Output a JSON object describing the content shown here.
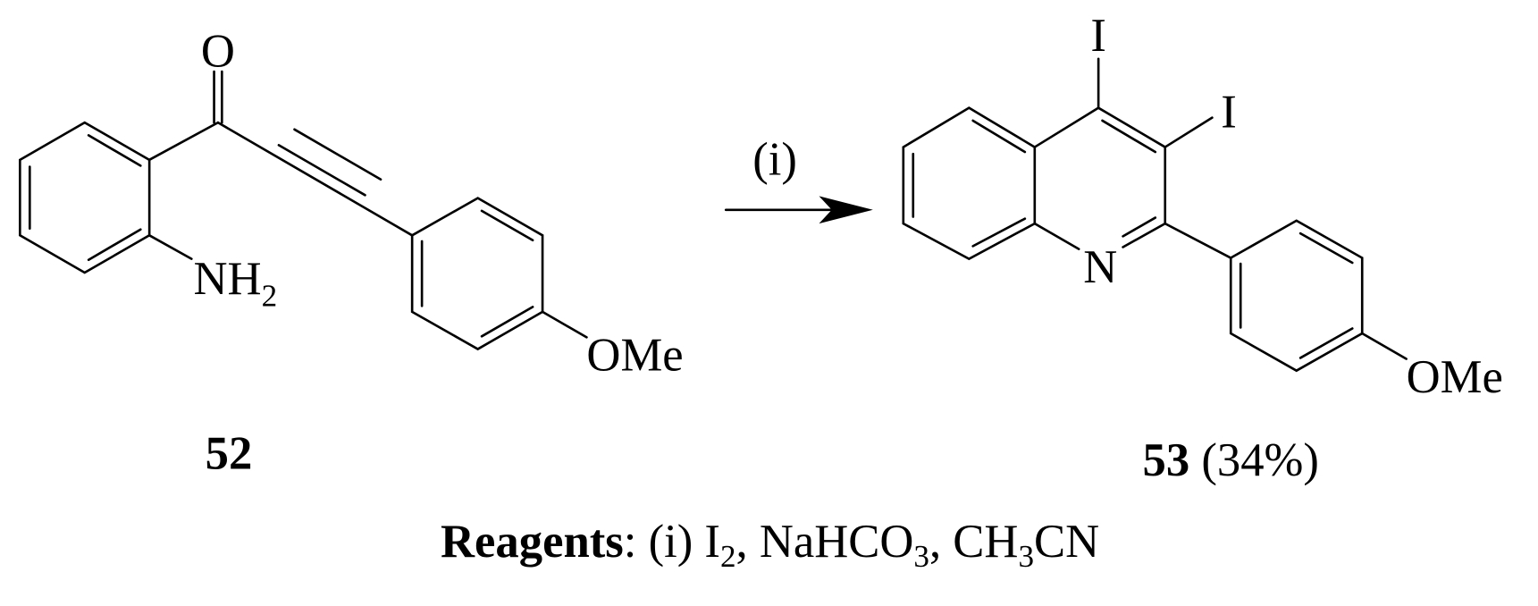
{
  "reactant": {
    "id": "52",
    "atoms": {
      "oxygen": "O",
      "amine": "NH",
      "amine_sub": "2",
      "methoxy": "OMe"
    }
  },
  "arrow": {
    "label": "(i)"
  },
  "product": {
    "id": "53",
    "yield": "(34%)",
    "atoms": {
      "iodo4": "I",
      "iodo3": "I",
      "nitrogen": "N",
      "methoxy": "OMe"
    }
  },
  "reagents": {
    "label": "Reagents",
    "prefix": ": (i) I",
    "i2_sub": "2",
    "naHCO": ", NaHCO",
    "o3_sub": "3",
    "ch": ", CH",
    "h3_sub": "3",
    "cn": "CN"
  }
}
